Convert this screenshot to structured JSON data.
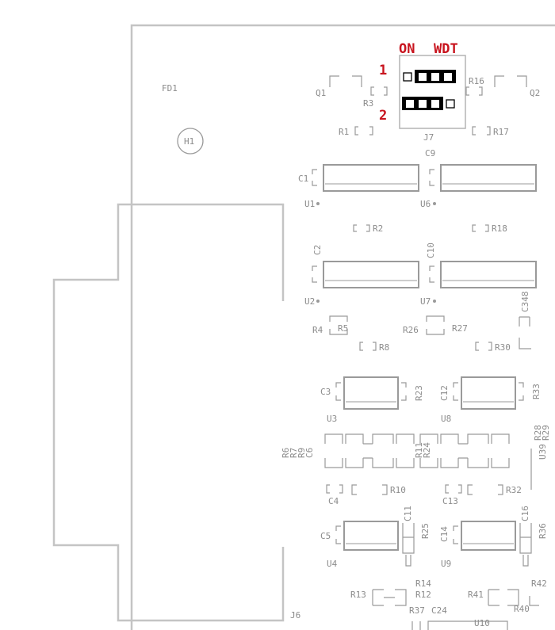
{
  "switch_header": {
    "on": "ON",
    "wdt": "WDT",
    "pos1": "1",
    "pos2": "2"
  },
  "labels": {
    "fd1": "FD1",
    "h1": "H1",
    "q1": "Q1",
    "q2": "Q2",
    "r3": "R3",
    "r16": "R16",
    "r1": "R1",
    "r17": "R17",
    "j7": "J7",
    "c9": "C9",
    "c1": "C1",
    "u1": "U1",
    "u6": "U6",
    "r2": "R2",
    "r18": "R18",
    "c2": "C2",
    "c10": "C10",
    "u2": "U2",
    "u7": "U7",
    "c348": "C348",
    "r4": "R4",
    "r5": "R5",
    "r26": "R26",
    "r27": "R27",
    "r8": "R8",
    "r30": "R30",
    "c3": "C3",
    "r23": "R23",
    "c12": "C12",
    "r33": "R33",
    "r28": "R28",
    "r29": "R29",
    "u3": "U3",
    "u8": "U8",
    "r6": "R6",
    "r7": "R7",
    "r9": "R9",
    "c6": "C6",
    "r11": "R11",
    "r24": "R24",
    "u39": "U39",
    "r10": "R10",
    "c4": "C4",
    "r32": "R32",
    "c13": "C13",
    "c11": "C11",
    "r25": "R25",
    "c16": "C16",
    "r36": "R36",
    "c5": "C5",
    "c14": "C14",
    "u4": "U4",
    "u9": "U9",
    "r14": "R14",
    "r12": "R12",
    "r13": "R13",
    "r41": "R41",
    "r42": "R42",
    "r37": "R37",
    "c24": "C24",
    "r40": "R40",
    "u10": "U10",
    "j6": "J6"
  },
  "colors": {
    "annotation": "#c8141e",
    "silkscreen": "#8c8c8c",
    "outline": "#c4c4c4"
  }
}
